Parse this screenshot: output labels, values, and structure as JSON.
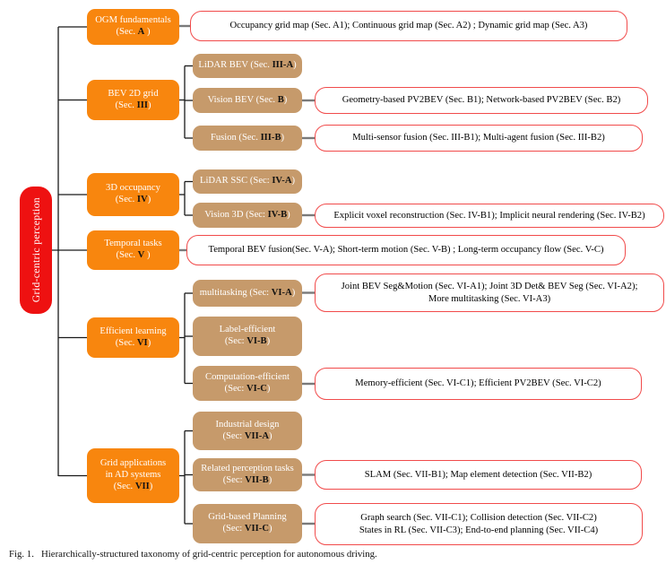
{
  "root": {
    "label": "Grid-centric perception"
  },
  "caption": "Fig. 1.   Hierarchically-structured taxonomy of grid-centric perception for autonomous driving.",
  "colors": {
    "level1_fill": "#F8860E",
    "level2_fill": "#C69A6B",
    "root_fill": "#EE1111",
    "leaf_border": "#F14B4B",
    "sec_token": "#111111",
    "tree_line": "#1a1a1a",
    "leaf_stub": "#7a7a7a"
  },
  "level1": [
    {
      "title": "OGM fundamentals",
      "sec_pre": "(Sec. ",
      "sec": "A",
      "sec_post": " )"
    },
    {
      "title": "BEV 2D grid",
      "sec_pre": "(Sec. ",
      "sec": "III",
      "sec_post": ")"
    },
    {
      "title": "3D occupancy",
      "sec_pre": "(Sec. ",
      "sec": "IV",
      "sec_post": ")"
    },
    {
      "title": "Temporal tasks",
      "sec_pre": "(Sec. ",
      "sec": "V",
      "sec_post": " )"
    },
    {
      "title": "Efficient learning",
      "sec_pre": "(Sec. ",
      "sec": "VI",
      "sec_post": ")"
    },
    {
      "title": "Grid applications",
      "title2": "in AD systems",
      "sec_pre": "(Sec. ",
      "sec": "VII",
      "sec_post": ")"
    }
  ],
  "level2": [
    {
      "pre": "LiDAR BEV (Sec. ",
      "sec": "III-A",
      "post": ")"
    },
    {
      "pre": "Vision BEV (Sec. ",
      "sec": "B",
      "post": ")"
    },
    {
      "pre": "Fusion (Sec. ",
      "sec": "III-B",
      "post": ")"
    },
    {
      "pre": "LiDAR SSC (Sec: ",
      "sec": "IV-A",
      "post": ")"
    },
    {
      "pre": "Vision 3D (Sec: ",
      "sec": "IV-B",
      "post": ")"
    },
    {
      "pre": "multitasking (Sec: ",
      "sec": "VI-A",
      "post": ")"
    },
    {
      "title": "Label-efficient",
      "pre": "(Sec: ",
      "sec": "VI-B",
      "post": ")"
    },
    {
      "title": "Computation-efficient",
      "pre": "(Sec: ",
      "sec": "VI-C",
      "post": ")"
    },
    {
      "title": "Industrial design",
      "pre": "(Sec: ",
      "sec": "VII-A",
      "post": ")"
    },
    {
      "title": "Related perception tasks",
      "pre": "(Sec: ",
      "sec": "VII-B",
      "post": ")"
    },
    {
      "title": "Grid-based Planning",
      "pre": "(Sec: ",
      "sec": "VII-C",
      "post": ")"
    }
  ],
  "leaves": [
    {
      "lines": [
        "Occupancy grid map (Sec. A1); Continuous grid map (Sec. A2) ; Dynamic grid map (Sec. A3)"
      ]
    },
    {
      "lines": [
        "Geometry-based PV2BEV (Sec. B1); Network-based PV2BEV (Sec. B2)"
      ]
    },
    {
      "lines": [
        "Multi-sensor fusion (Sec. III-B1); Multi-agent fusion (Sec. III-B2)"
      ]
    },
    {
      "lines": [
        "Explicit voxel reconstruction (Sec. IV-B1); Implicit neural rendering (Sec. IV-B2)"
      ]
    },
    {
      "lines": [
        "Temporal BEV fusion(Sec. V-A); Short-term motion (Sec. V-B) ; Long-term occupancy flow (Sec. V-C)"
      ]
    },
    {
      "lines": [
        "Joint BEV Seg&Motion (Sec. VI-A1); Joint 3D Det& BEV Seg (Sec. VI-A2);",
        "More multitasking (Sec. VI-A3)"
      ]
    },
    {
      "lines": [
        "Memory-efficient (Sec. VI-C1); Efficient PV2BEV (Sec. VI-C2)"
      ]
    },
    {
      "lines": [
        "SLAM (Sec. VII-B1); Map element detection (Sec. VII-B2)"
      ]
    },
    {
      "lines": [
        "Graph search (Sec. VII-C1); Collision detection (Sec. VII-C2)",
        "States in RL (Sec. VII-C3); End-to-end planning (Sec. VII-C4)"
      ]
    }
  ]
}
